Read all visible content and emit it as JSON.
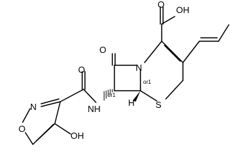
{
  "molecule": {
    "atoms": {
      "carboxyl_o_top": "O",
      "carboxyl_oh": "OH",
      "lactam_o": "O",
      "ring_n": "N",
      "amide_o": "O",
      "amide_nh": "NH",
      "ring_s": "S",
      "bridgehead_h": "H",
      "isoxazole_n": "N",
      "isoxazole_o": "O",
      "hydroxy_oh": "OH"
    },
    "stereo_labels": {
      "c7": "or1",
      "c6": "or1"
    }
  },
  "colors": {
    "ink": "#000000",
    "background": "#ffffff"
  }
}
